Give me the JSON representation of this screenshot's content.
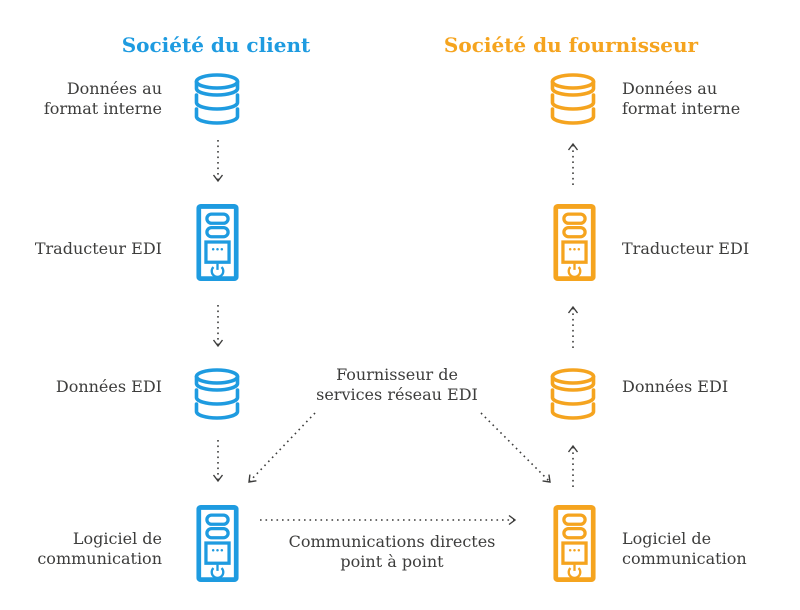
{
  "colors": {
    "client_accent": "#1e9be0",
    "supplier_accent": "#f5a41f",
    "text": "#3d3d3c"
  },
  "client": {
    "title": "Société du client",
    "nodes": [
      {
        "icon": "database-icon",
        "label": "Données au format interne"
      },
      {
        "icon": "server-icon",
        "label": "Traducteur EDI"
      },
      {
        "icon": "database-icon",
        "label": "Données EDI"
      },
      {
        "icon": "server-icon",
        "label": "Logiciel de communication"
      }
    ]
  },
  "supplier": {
    "title": "Société du fournisseur",
    "nodes": [
      {
        "icon": "database-icon",
        "label": "Données au format interne"
      },
      {
        "icon": "server-icon",
        "label": "Traducteur EDI"
      },
      {
        "icon": "database-icon",
        "label": "Données EDI"
      },
      {
        "icon": "server-icon",
        "label": "Logiciel de communication"
      }
    ]
  },
  "connections": {
    "network_provider_label": "Fournisseur de services réseau EDI",
    "direct_comm_label": "Communications directes point à point"
  }
}
